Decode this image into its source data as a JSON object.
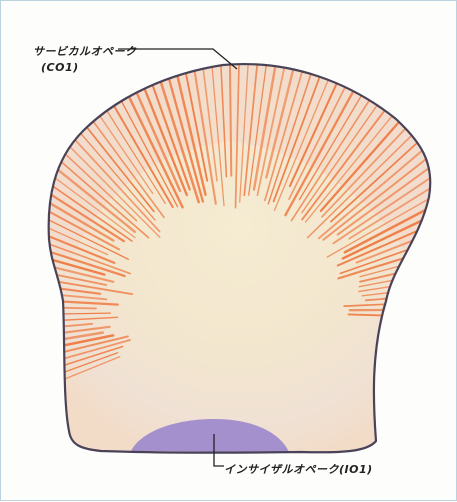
{
  "labels": {
    "cervical_name": "サービカルオペーク",
    "cervical_code": "(CO1)",
    "incisal_name": "インサイザルオペーク(IO1)"
  },
  "colors": {
    "outline": "#4a4358",
    "stripe": "#ef7a43",
    "body_fill": "#f6ecd4",
    "incisal": "#9b87cc"
  }
}
